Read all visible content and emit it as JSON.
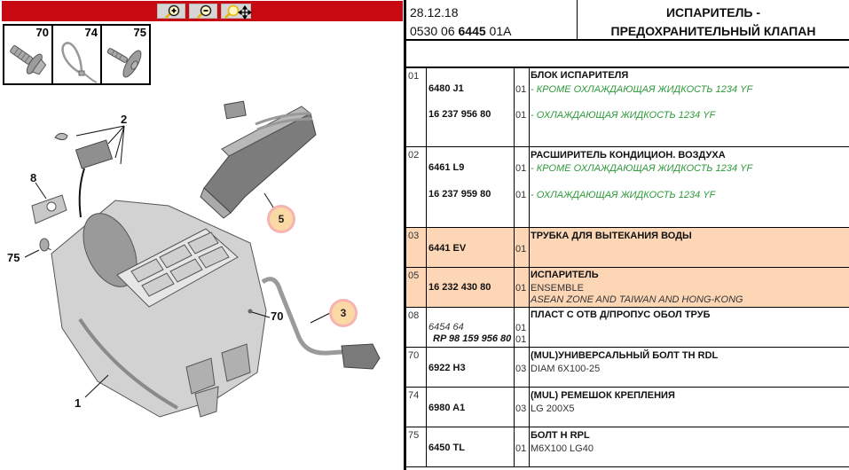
{
  "toolbar": {
    "background": "#c70a12",
    "buttons": [
      {
        "name": "zoom-in",
        "icon": "magnifier-plus-icon"
      },
      {
        "name": "zoom-out",
        "icon": "magnifier-minus-icon"
      },
      {
        "name": "zoom-pan",
        "icon": "magnifier-move-icon"
      }
    ]
  },
  "thumbnails": [
    {
      "number": "70",
      "icon": "hex-bolt-icon"
    },
    {
      "number": "74",
      "icon": "cable-tie-icon"
    },
    {
      "number": "75",
      "icon": "washer-bolt-icon"
    }
  ],
  "diagram": {
    "callouts": [
      {
        "label": "2",
        "highlighted": false
      },
      {
        "label": "8",
        "highlighted": false
      },
      {
        "label": "75",
        "highlighted": false
      },
      {
        "label": "5",
        "highlighted": true
      },
      {
        "label": "3",
        "highlighted": true
      },
      {
        "label": "70",
        "highlighted": false
      },
      {
        "label": "1",
        "highlighted": false
      }
    ]
  },
  "header": {
    "date": "28.12.18",
    "ref_prefix": "0530 06 ",
    "ref_bold": "6445",
    "ref_suffix": " 01A",
    "title_line1": "ИСПАРИТЕЛЬ -",
    "title_line2": "ПРЕДОХРАНИТЕЛЬНЫЙ КЛАПАН"
  },
  "highlight_color": "#fdd6b6",
  "parts": [
    {
      "index": "01",
      "title": "БЛОК ИСПАРИТЕЛЯ",
      "highlighted": false,
      "lines": [
        {
          "ref": "6480 J1",
          "qty": "01",
          "desc": "- КРОМЕ ОХЛАЖДАЮЩАЯ ЖИДКОСТЬ 1234 YF"
        },
        {
          "ref": "16 237 956 80",
          "qty": "01",
          "desc": "- ОХЛАЖДАЮЩАЯ ЖИДКОСТЬ 1234 YF"
        }
      ]
    },
    {
      "index": "02",
      "title": "РАСШИРИТЕЛЬ КОНДИЦИОН. ВОЗДУХА",
      "highlighted": false,
      "lines": [
        {
          "ref": "6461 L9",
          "qty": "01",
          "desc": "- КРОМЕ ОХЛАЖДАЮЩАЯ ЖИДКОСТЬ 1234 YF"
        },
        {
          "ref": "16 237 959 80",
          "qty": "01",
          "desc": "- ОХЛАЖДАЮЩАЯ ЖИДКОСТЬ 1234 YF"
        }
      ]
    },
    {
      "index": "03",
      "title": "ТРУБКА ДЛЯ ВЫТЕКАНИЯ ВОДЫ",
      "highlighted": true,
      "lines": [
        {
          "ref": "6441 EV",
          "qty": "01"
        }
      ]
    },
    {
      "index": "05",
      "title": "ИСПАРИТЕЛЬ",
      "highlighted": true,
      "lines": [
        {
          "ref": "16 232 430 80",
          "qty": "01",
          "desc": "ENSEMBLE",
          "note": "ASEAN ZONE AND TAIWAN AND HONG-KONG"
        }
      ]
    },
    {
      "index": "08",
      "title": "ПЛАСТ С ОТВ Д/ПРОПУС ОБОЛ ТРУБ",
      "highlighted": false,
      "lines": [
        {
          "ref": "6454 64",
          "qty": "01"
        },
        {
          "ref": "RP 98 159 956 80",
          "qty": "01"
        }
      ]
    },
    {
      "index": "70",
      "title": "(MUL)УНИВЕРСАЛЬНЫЙ БОЛТ TH RDL",
      "highlighted": false,
      "lines": [
        {
          "ref": "6922 H3",
          "qty": "03",
          "desc": "DIAM 6X100-25"
        }
      ]
    },
    {
      "index": "74",
      "title": "(MUL) РЕМЕШОК КРЕПЛЕНИЯ",
      "highlighted": false,
      "lines": [
        {
          "ref": "6980 A1",
          "qty": "03",
          "desc": "LG 200X5"
        }
      ]
    },
    {
      "index": "75",
      "title": "БОЛТ H RPL",
      "highlighted": false,
      "lines": [
        {
          "ref": "6450 TL",
          "qty": "01",
          "desc": "M6X100 LG40"
        }
      ]
    }
  ]
}
